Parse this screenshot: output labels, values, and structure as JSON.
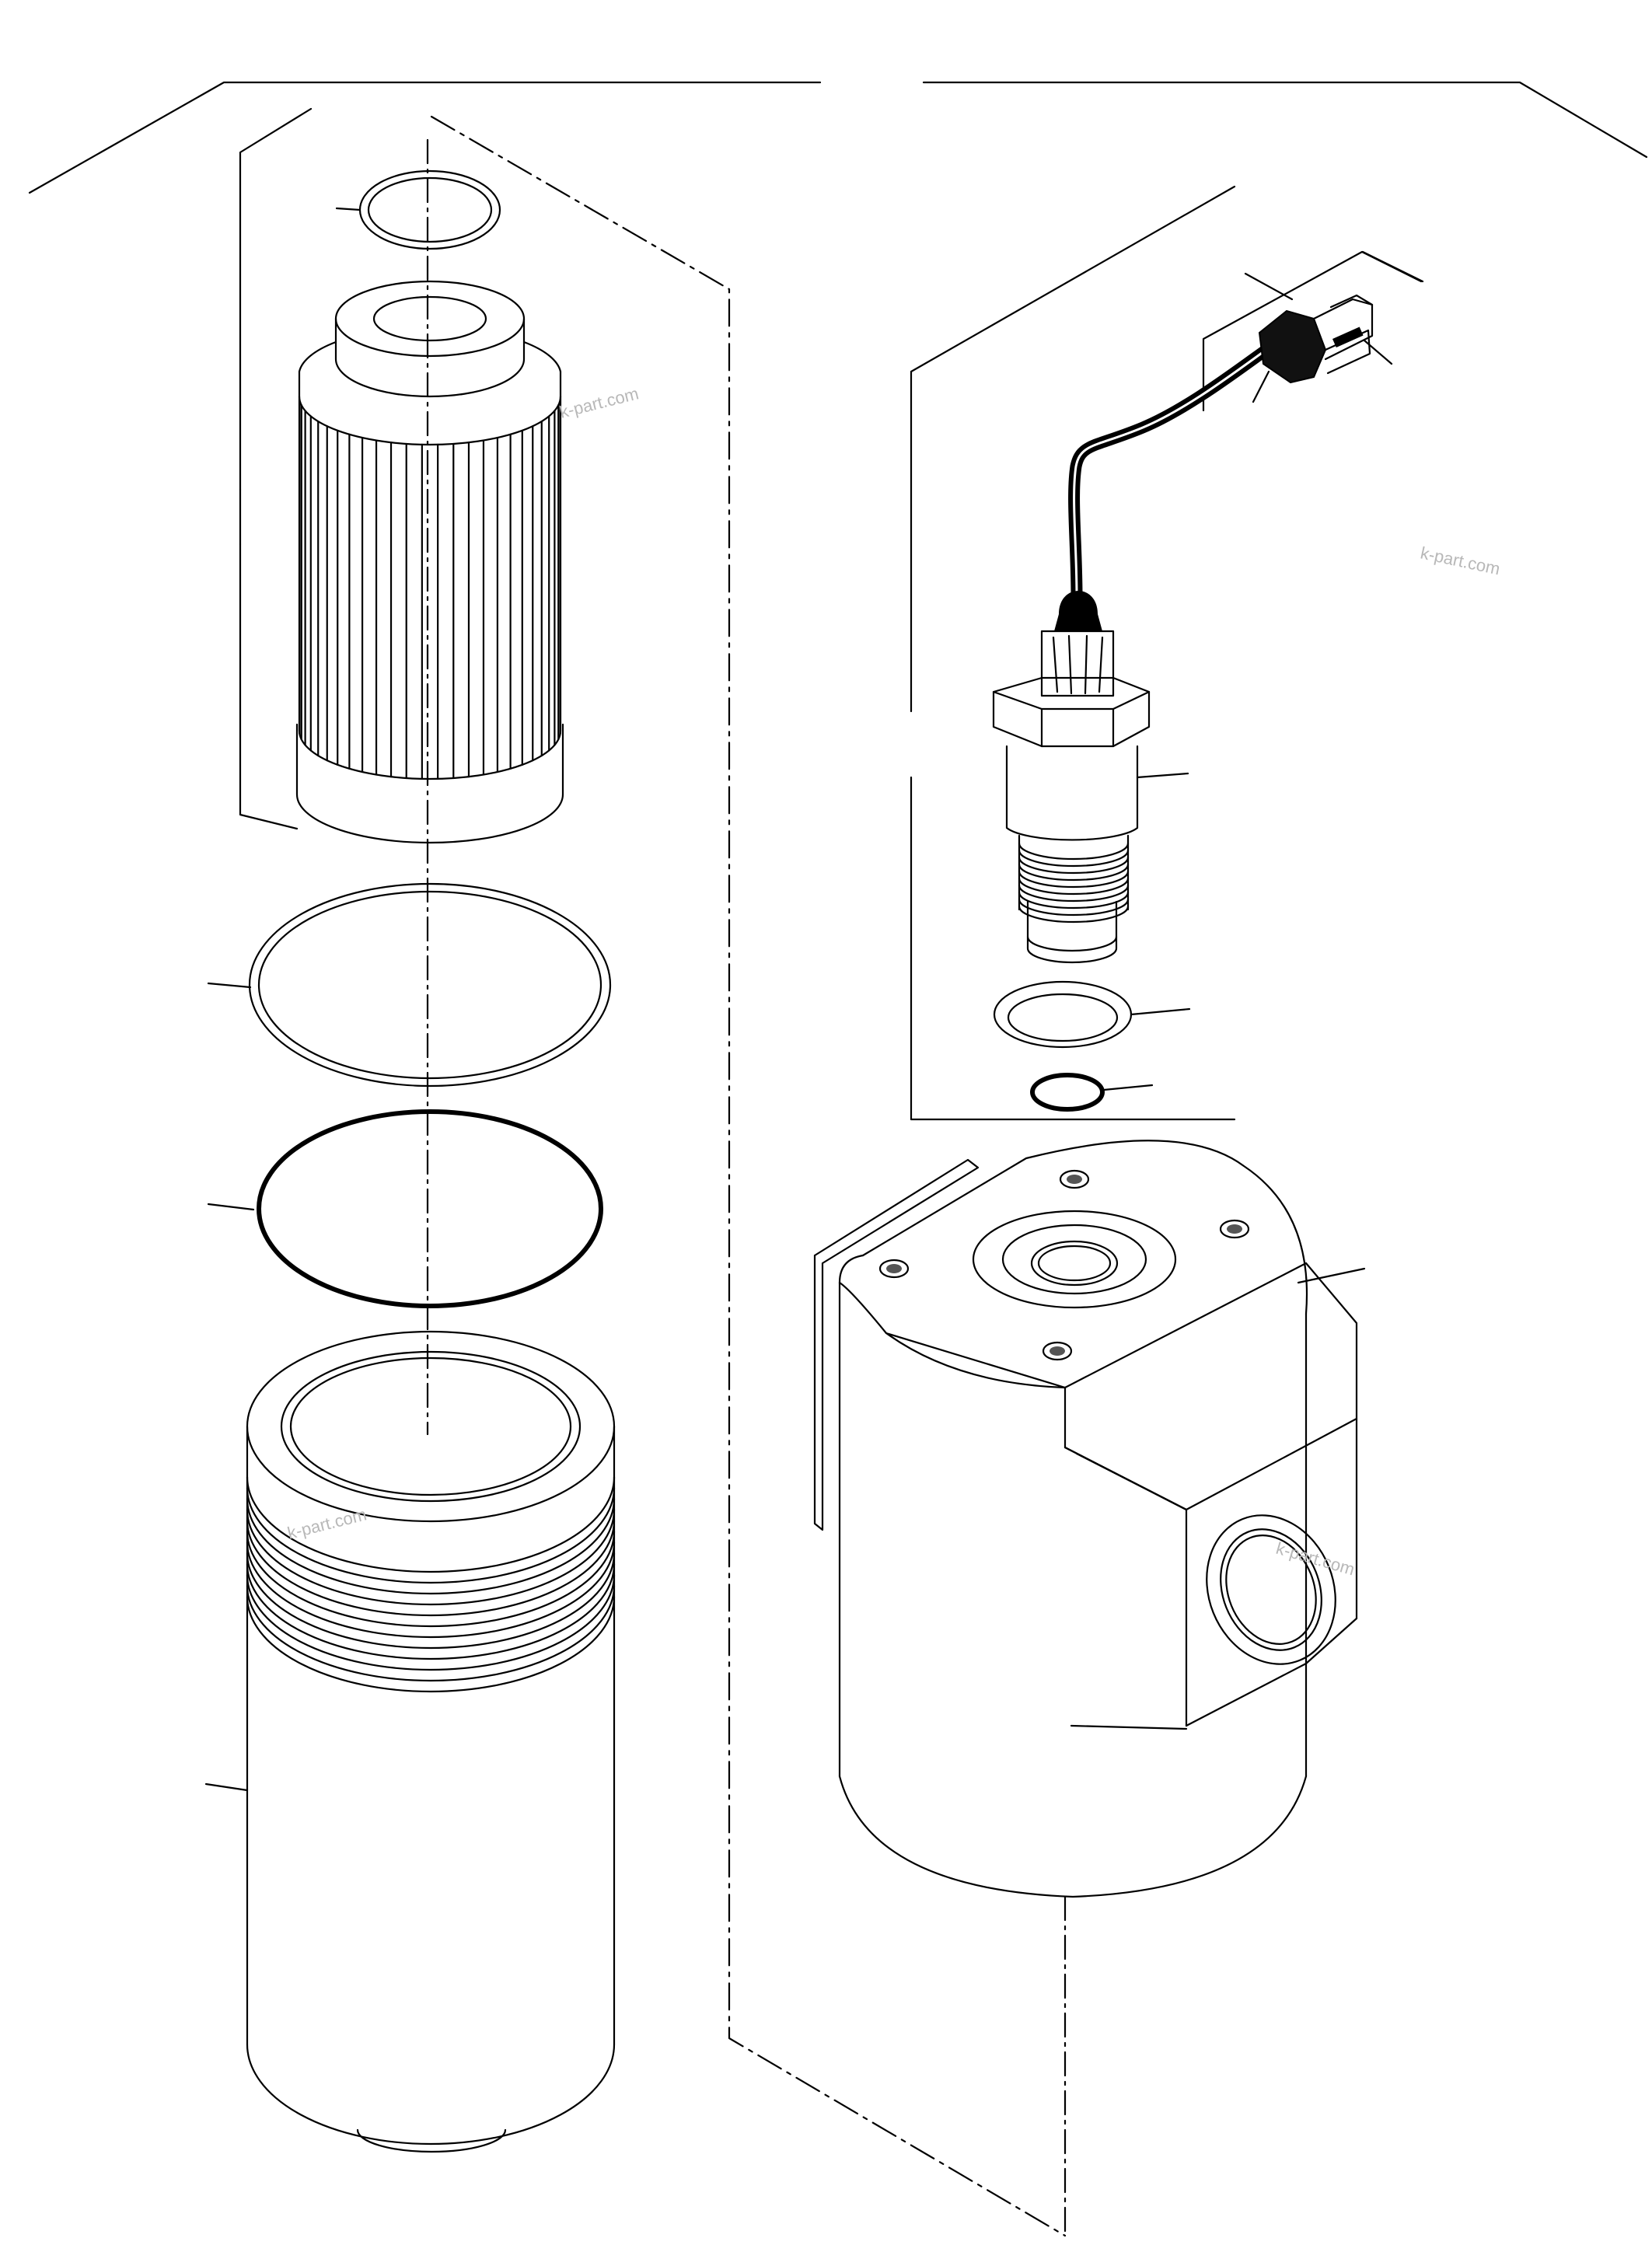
{
  "watermarks": {
    "filter_element": "k-part.com",
    "sensor": "k-part.com",
    "bowl": "k-part.com",
    "head": "k-part.com"
  }
}
